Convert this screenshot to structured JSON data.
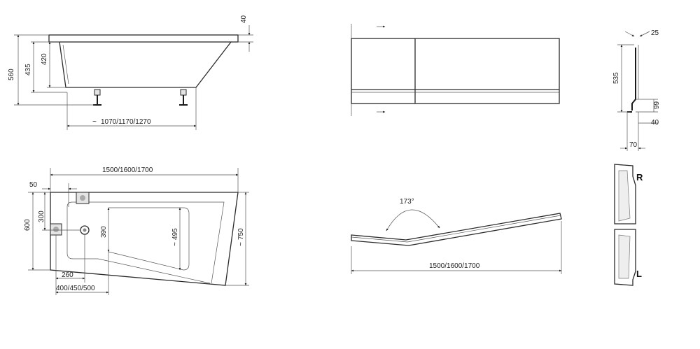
{
  "side_view": {
    "rim_thickness": "40",
    "height_560": "560",
    "height_435": "435",
    "height_420": "420",
    "bottom_length": "1070/1170/1270"
  },
  "top_view": {
    "length": "1500/1600/1700",
    "offset_50": "50",
    "width_600": "600",
    "offset_300": "300",
    "inner_390": "390",
    "inner_495": "495",
    "width_750": "750",
    "dist_260": "260",
    "dist_400": "400/450/500",
    "approx_symbol": "~"
  },
  "panel_top": {},
  "panel_profile": {
    "dim_25": "25",
    "dim_535": "535",
    "dim_99": "99",
    "dim_40": "40",
    "dim_70": "70"
  },
  "panel_curved": {
    "angle": "173°",
    "length": "1500/1600/1700"
  },
  "variants": {
    "right_label": "R",
    "left_label": "L"
  }
}
